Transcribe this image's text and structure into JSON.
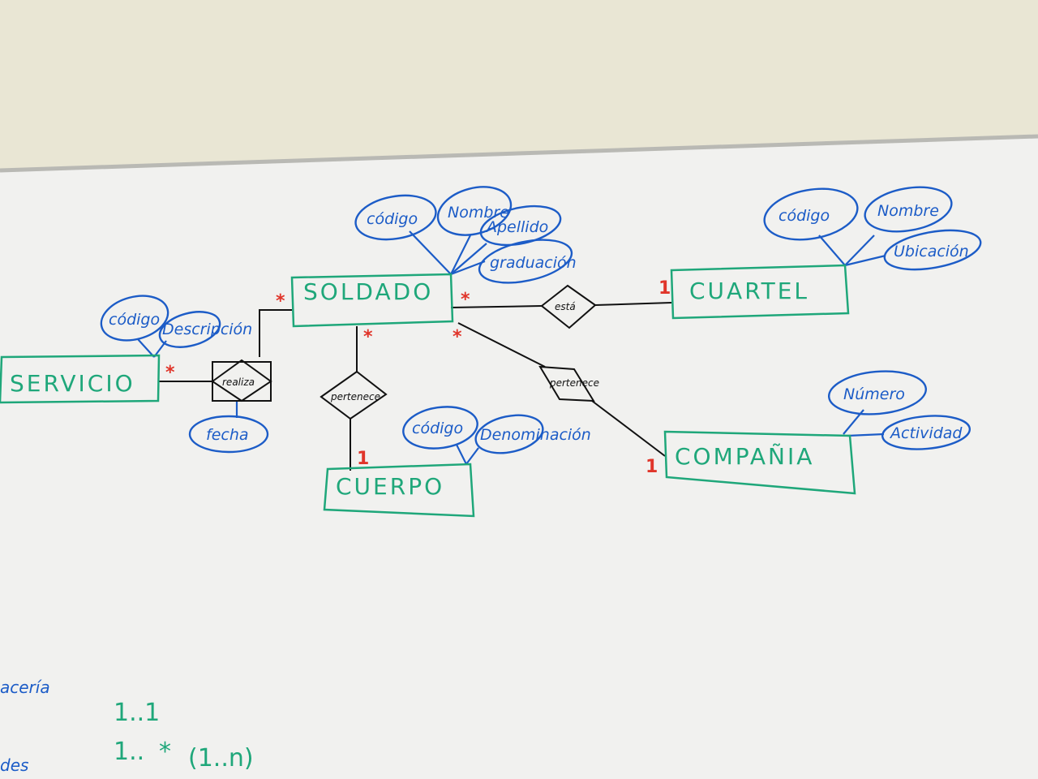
{
  "entities": {
    "soldado": "SOLDADO",
    "cuartel": "CUARTEL",
    "servicio": "SERVICIO",
    "cuerpo": "CUERPO",
    "compania": "COMPAÑIA"
  },
  "attributes": {
    "soldado": [
      "código",
      "Nombre",
      "Apellido",
      "graduación"
    ],
    "cuartel": [
      "código",
      "Nombre",
      "Ubicación"
    ],
    "servicio": [
      "código",
      "Descripción",
      "fecha"
    ],
    "cuerpo": [
      "código",
      "Denominación"
    ],
    "compania": [
      "Número",
      "Actividad"
    ]
  },
  "relationships": {
    "esta": "está",
    "realiza": "realiza",
    "pertenece_cuerpo": "pertenece",
    "pertenece_compania": "pertenece"
  },
  "cardinalities": {
    "soldado_servicio_soldado_side": "*",
    "soldado_servicio_servicio_side": "*",
    "soldado_cuartel_soldado_side": "*",
    "soldado_cuartel_cuartel_side": "1",
    "soldado_cuerpo_soldado_side": "*",
    "soldado_cuerpo_cuerpo_side": "1",
    "soldado_compania_soldado_side": "*",
    "soldado_compania_compania_side": "1"
  },
  "legend": {
    "line1": "1..1",
    "line2_a": "1..",
    "line2_b": "*",
    "line2_c": "(1..n)"
  },
  "partial_text": {
    "left_top": "acería",
    "left_bottom": "des"
  }
}
